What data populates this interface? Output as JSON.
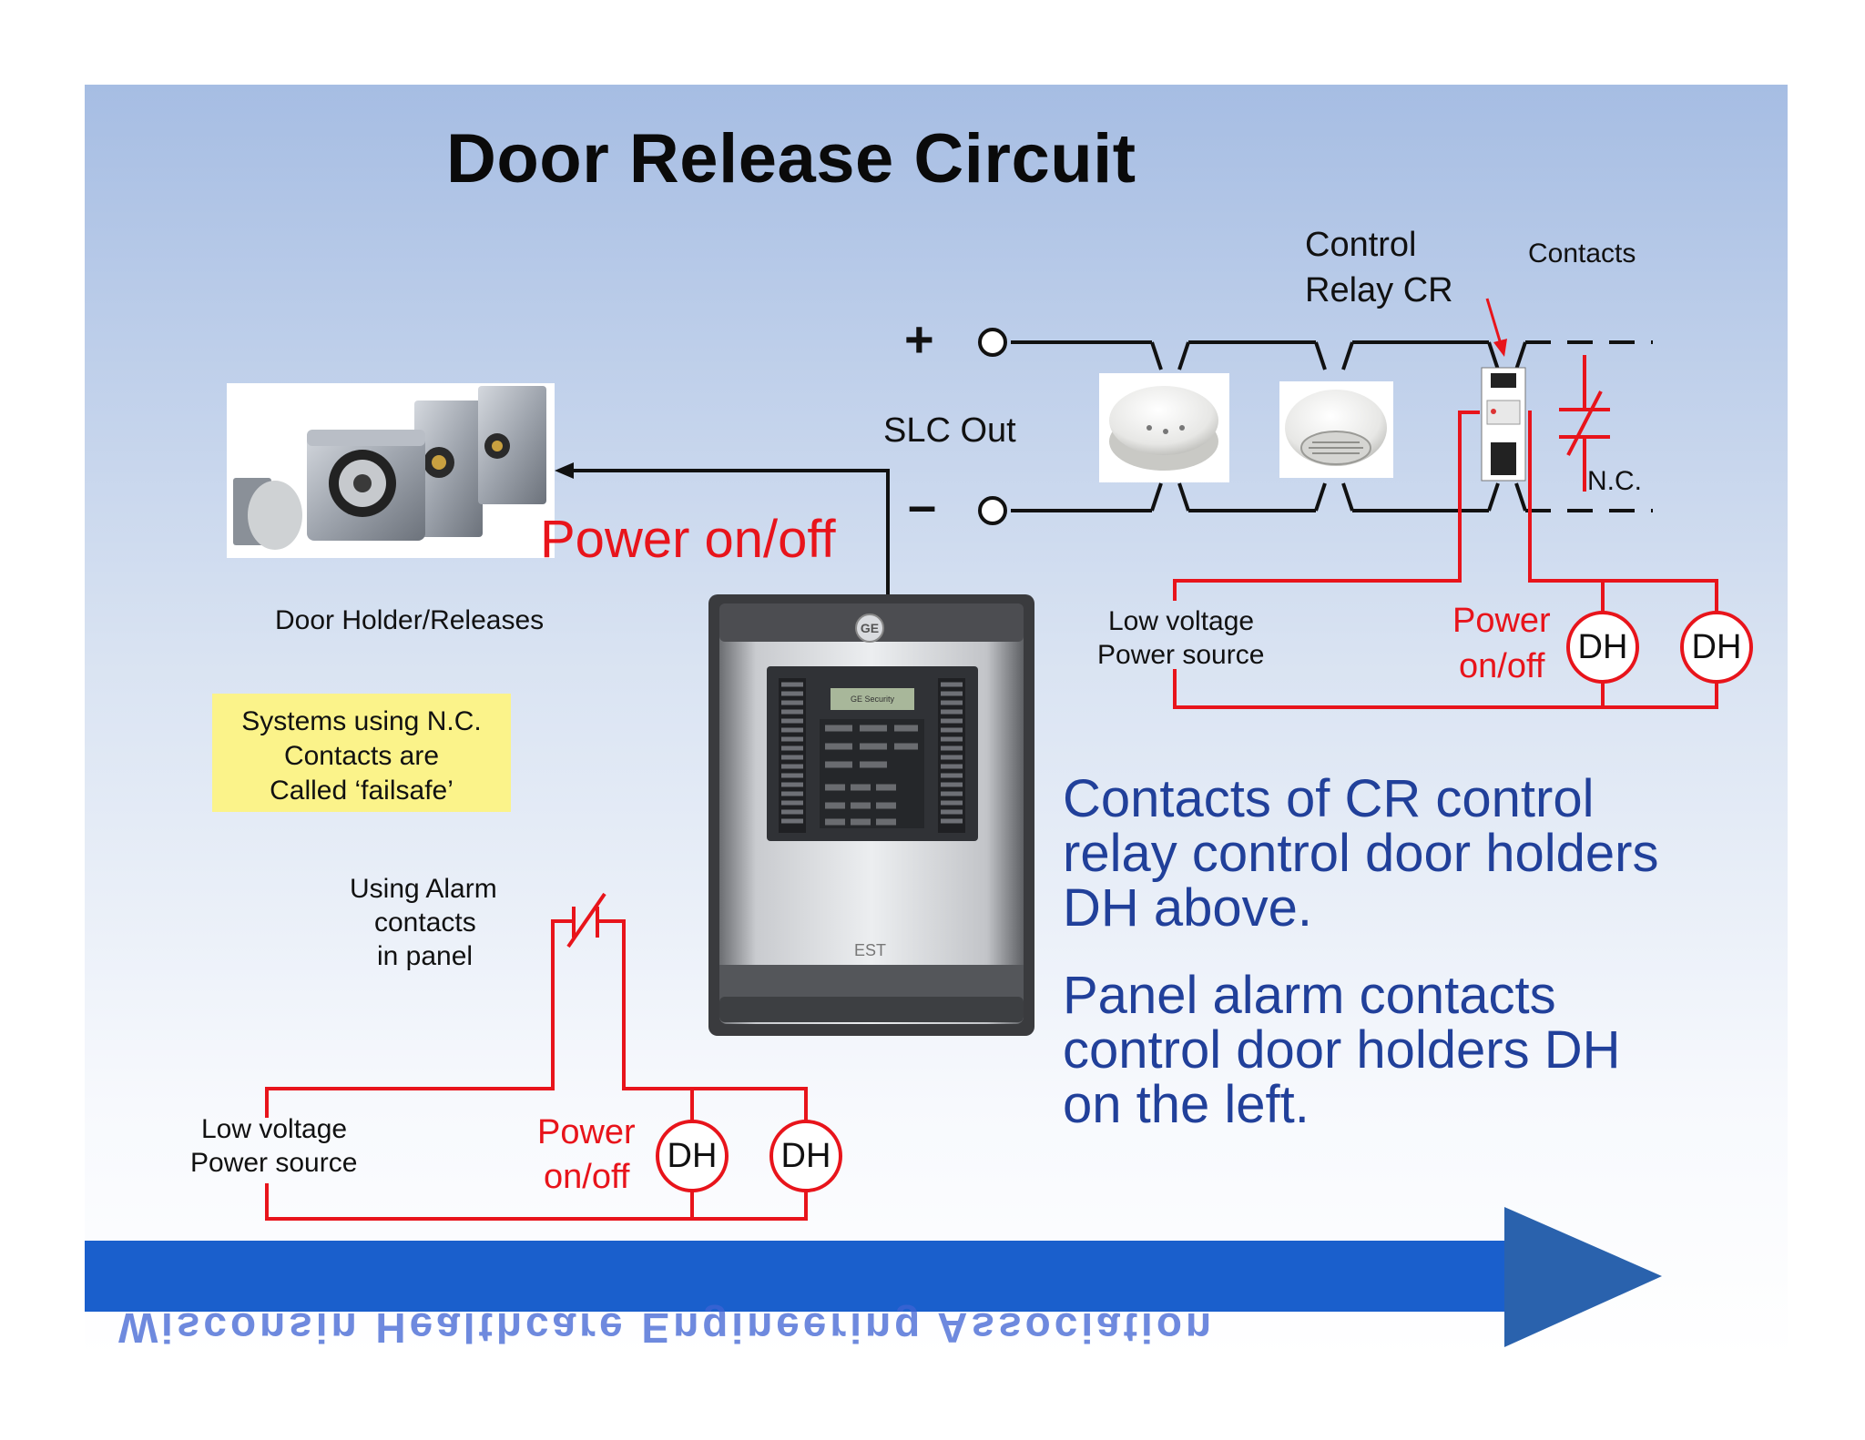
{
  "title": "Door Release Circuit",
  "labels": {
    "control_relay_line1": "Control",
    "control_relay_line2": "Relay CR",
    "contacts": "Contacts",
    "plus": "+",
    "minus": "–",
    "slc_out": "SLC Out",
    "nc": "N.C.",
    "power_onoff_main": "Power on/off",
    "door_holder_releases": "Door Holder/Releases",
    "low_voltage_top_1": "Low voltage",
    "low_voltage_top_2": "Power source",
    "power_top_1": "Power",
    "power_top_2": "on/off",
    "dh": "DH",
    "using_alarm_1": "Using Alarm",
    "using_alarm_2": "contacts",
    "using_alarm_3": "in panel",
    "low_voltage_bottom_1": "Low voltage",
    "low_voltage_bottom_2": "Power source",
    "power_bottom_1": "Power",
    "power_bottom_2": "on/off",
    "panel_ge_logo": "GE",
    "panel_brand": "EST",
    "panel_display": "GE Security"
  },
  "note": {
    "line1": "Systems using N.C.",
    "line2": "Contacts are",
    "line3": "Called ‘failsafe’"
  },
  "explanation": {
    "p1_line1": "Contacts of CR control",
    "p1_line2": "relay control door holders",
    "p1_line3": "DH above.",
    "p2_line1": "Panel alarm contacts",
    "p2_line2": "control door holders DH",
    "p2_line3": "on the left."
  },
  "footer": {
    "text": "Wisconsin Healthcare Engineering Association"
  },
  "colors": {
    "circuit_red": "#e8141b",
    "wire_black": "#111111",
    "text_blue": "#21409a",
    "arrow_blue": "#1a5fcc",
    "note_yellow": "#fbf38a"
  }
}
